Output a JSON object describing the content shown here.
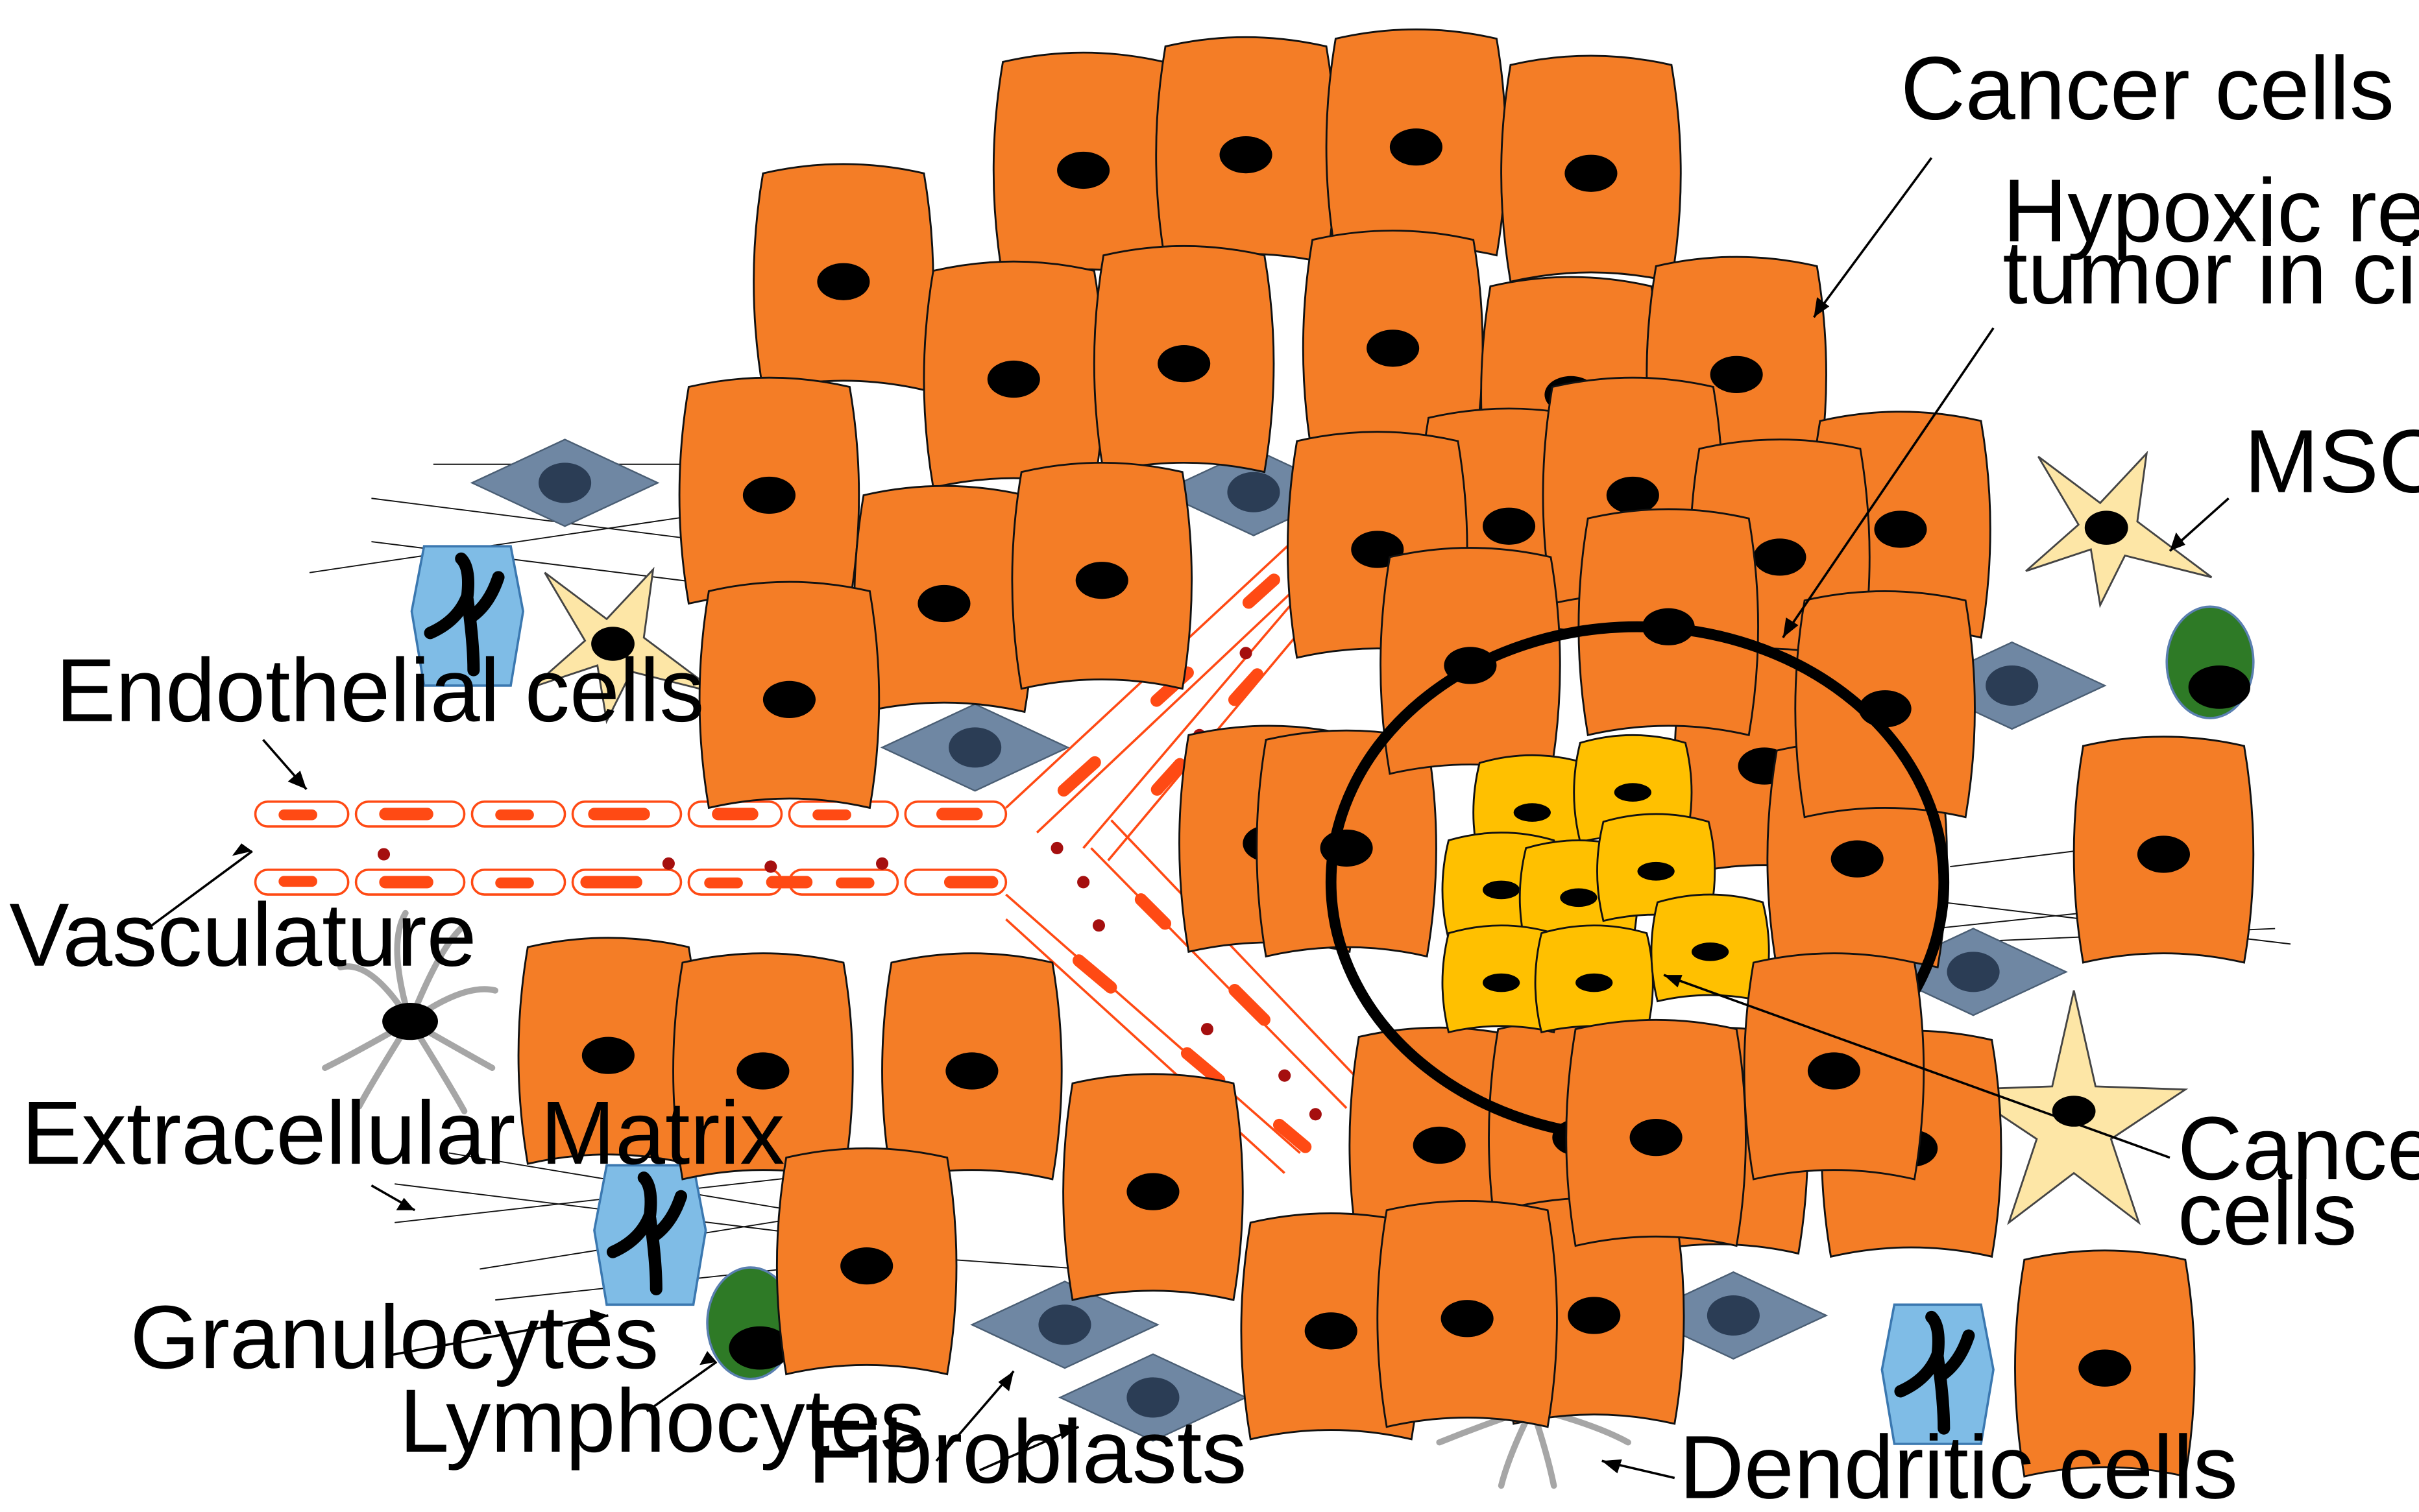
{
  "labels": {
    "cancer_cells": "Cancer cells",
    "hypoxic_line1": "Hypoxic region of",
    "hypoxic_line2": "tumor in circle",
    "msc": "MSC",
    "endothelial": "Endothelial cells",
    "vasculature": "Vasculature",
    "ecm": "Extracellular Matrix",
    "granulocytes": "Granulocytes",
    "lymphocytes": "Lymphocytes",
    "fibroblasts": "Fibroblasts",
    "dendritic": "Dendritic cells",
    "csc_line1": "Cancer stem",
    "csc_line2": "cells"
  },
  "colors": {
    "cancer_cell": "#f47d26",
    "stem_cell": "#ffc000",
    "nucleus": "#000000",
    "fibroblast": "#6f87a3",
    "fibroblast_nucleus": "#2b3d55",
    "granulocyte": "#7fbce6",
    "lymphocyte": "#2e7a26",
    "msc": "#fde6a6",
    "vessel": "#ff4a14",
    "blood_dot": "#a50f0f",
    "dendrite": "#a6a6a6"
  }
}
